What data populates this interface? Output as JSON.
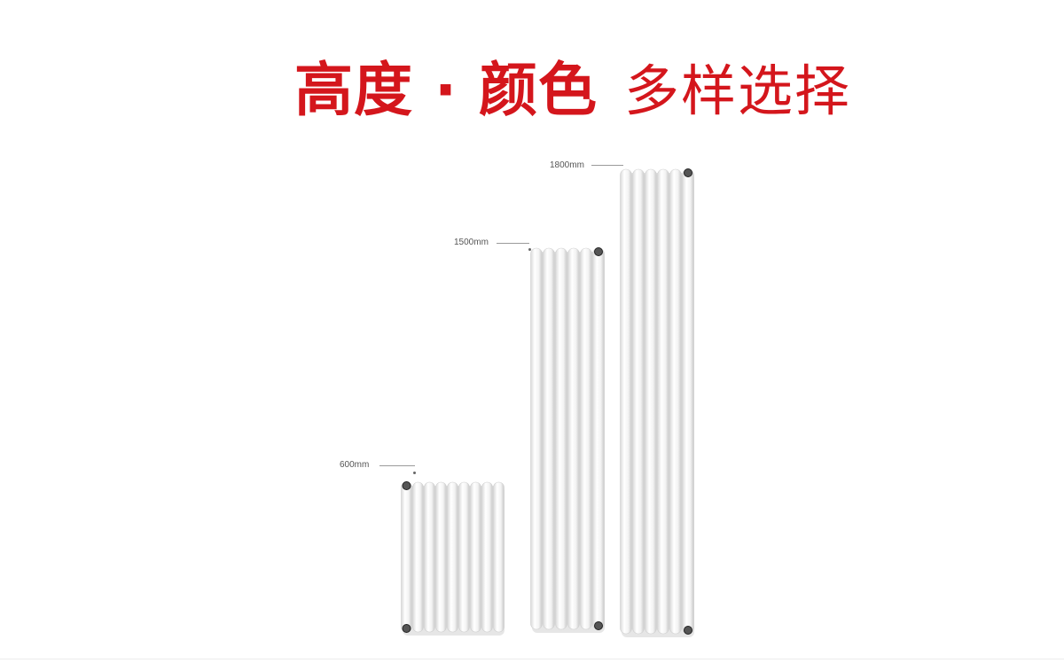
{
  "headline": {
    "emphasis": "高度 · 颜色",
    "secondary": "多样选择",
    "color": "#d4161c"
  },
  "products": [
    {
      "label": "600mm",
      "height_mm": 600
    },
    {
      "label": "1500mm",
      "height_mm": 1500
    },
    {
      "label": "1800mm",
      "height_mm": 1800
    }
  ]
}
